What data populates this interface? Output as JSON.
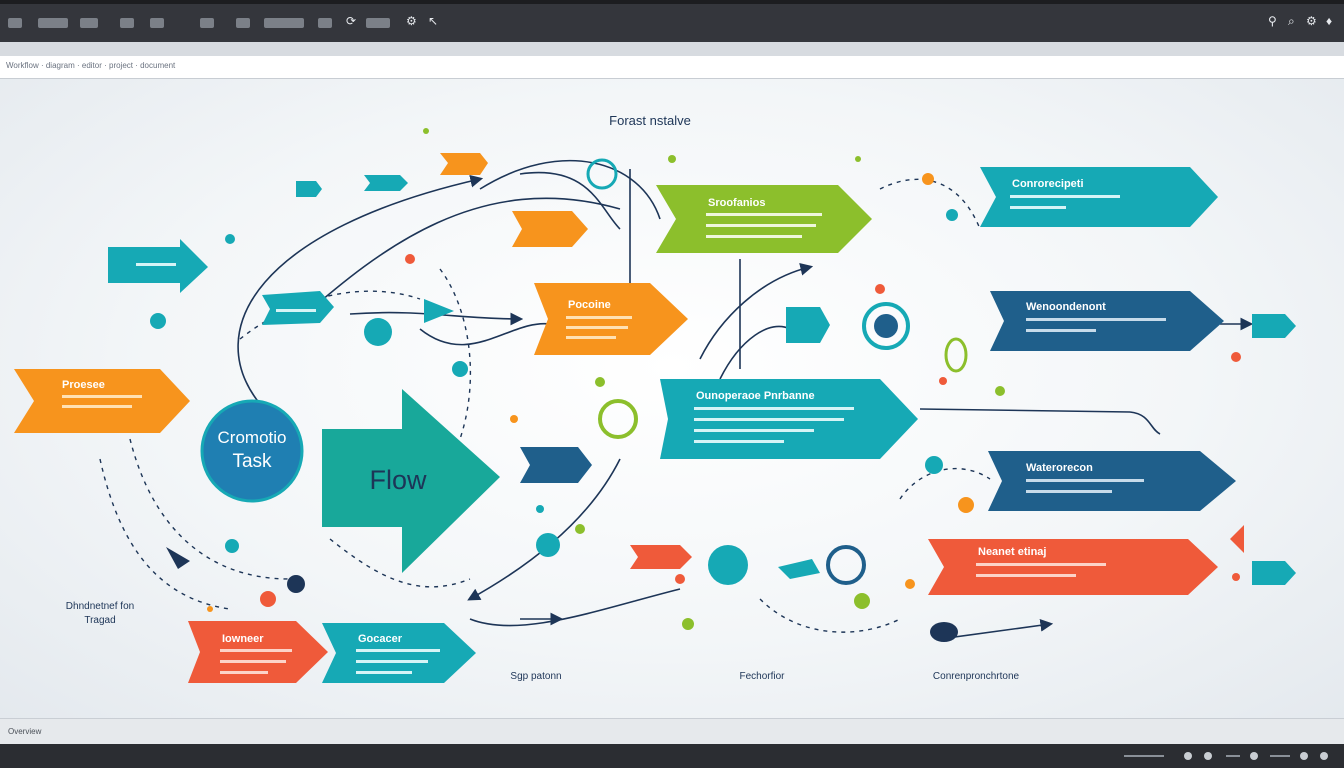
{
  "window": {
    "address_text": "Workflow · diagram · editor · project · document",
    "footer_label": "Overview"
  },
  "diagram": {
    "top_title": "Forast nstalve",
    "center_circle_line1": "Cromotio",
    "center_circle_line2": "Task",
    "big_arrow_label": "Flow",
    "left_bottom_label_line1": "Dhndnetnef fon",
    "left_bottom_label_line2": "Tragad",
    "bottom_label_1": "Sgp patonn",
    "bottom_label_2": "Fechorfior",
    "bottom_label_3": "Conrenpronchrtone",
    "arrows": {
      "left_orange": "Proesee",
      "top_green": "Sroofanios",
      "mid_orange": "Pocoine",
      "mid_teal": "Ounoperaoe Pnrbanne",
      "right_teal_top": "Conrorecipeti",
      "right_blue_1": "Wenoondenont",
      "right_blue_2": "Waterorecon",
      "right_red": "Neanet etinaj",
      "bottom_red": "Iowneer",
      "bottom_teal": "Gocacer"
    }
  },
  "colors": {
    "teal": "#16a9b5",
    "blue": "#1f5f8b",
    "orange": "#f7941d",
    "green": "#8cbf2c",
    "red": "#ef5a3a",
    "navy": "#1d3557"
  }
}
